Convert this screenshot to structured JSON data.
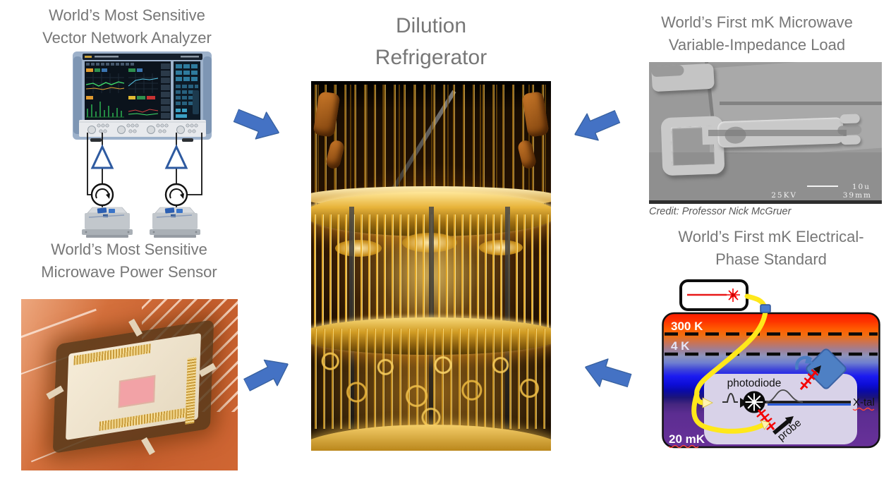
{
  "titles": {
    "center": [
      "Dilution",
      "Refrigerator"
    ],
    "vna": [
      "World’s Most Sensitive",
      "Vector Network Analyzer"
    ],
    "power_sensor": [
      "World’s Most Sensitive",
      "Microwave Power Sensor"
    ],
    "impedance_load": [
      "World’s First mK Microwave",
      "Variable-Impedance Load"
    ],
    "phase_standard": [
      "World’s First mK Electrical-",
      "Phase Standard"
    ]
  },
  "credit": "Credit: Professor Nick McGruer",
  "sem_labels": {
    "kv": "25KV",
    "scale": "10u",
    "wd": "39mm"
  },
  "phase_diagram": {
    "stage_300k": "300 K",
    "stage_4k": "4 K",
    "stage_20mk": "20 mK",
    "photodiode": "photodiode",
    "xtal": "X-tal",
    "probe": "probe"
  },
  "colors": {
    "title_gray": "#777777",
    "arrow_blue": "#4472C4",
    "fiber_yellow": "#FFE81A",
    "laser_red": "#FF0000",
    "diamond_blue": "#4E80C4"
  }
}
